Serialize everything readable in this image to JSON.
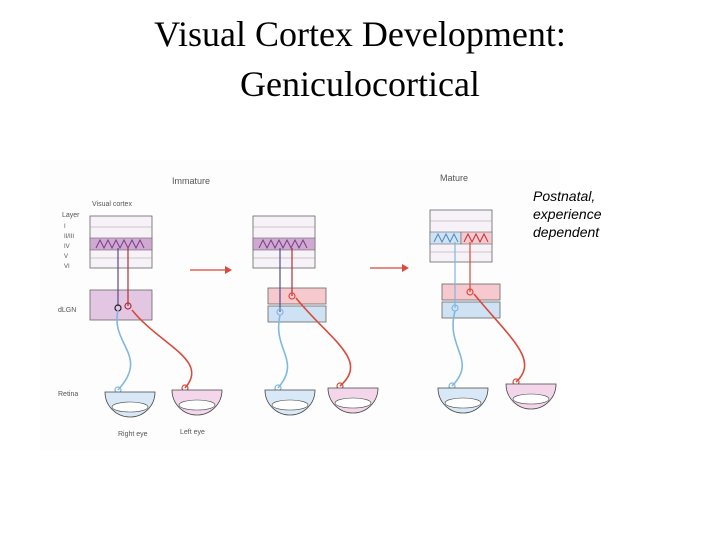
{
  "title": {
    "line1": "Visual Cortex Development:",
    "line2": "Geniculocortical"
  },
  "figure": {
    "stage_immature": "Immature",
    "stage_mature": "Mature",
    "visual_cortex": "Visual cortex",
    "layer_header": "Layer",
    "layers": [
      "I",
      "II/III",
      "IV",
      "V",
      "VI"
    ],
    "dlgn": "dLGN",
    "retina": "Retina",
    "right_eye": "Right eye",
    "left_eye": "Left eye",
    "colors": {
      "right_eye_path": "#7fb8e0",
      "left_eye_path": "#d84a3c",
      "cortex_fill": "#d9c2dc",
      "dlgn_fill": "#e2c6e2"
    }
  },
  "annotation": [
    "Postnatal,",
    "experience",
    "dependent"
  ]
}
